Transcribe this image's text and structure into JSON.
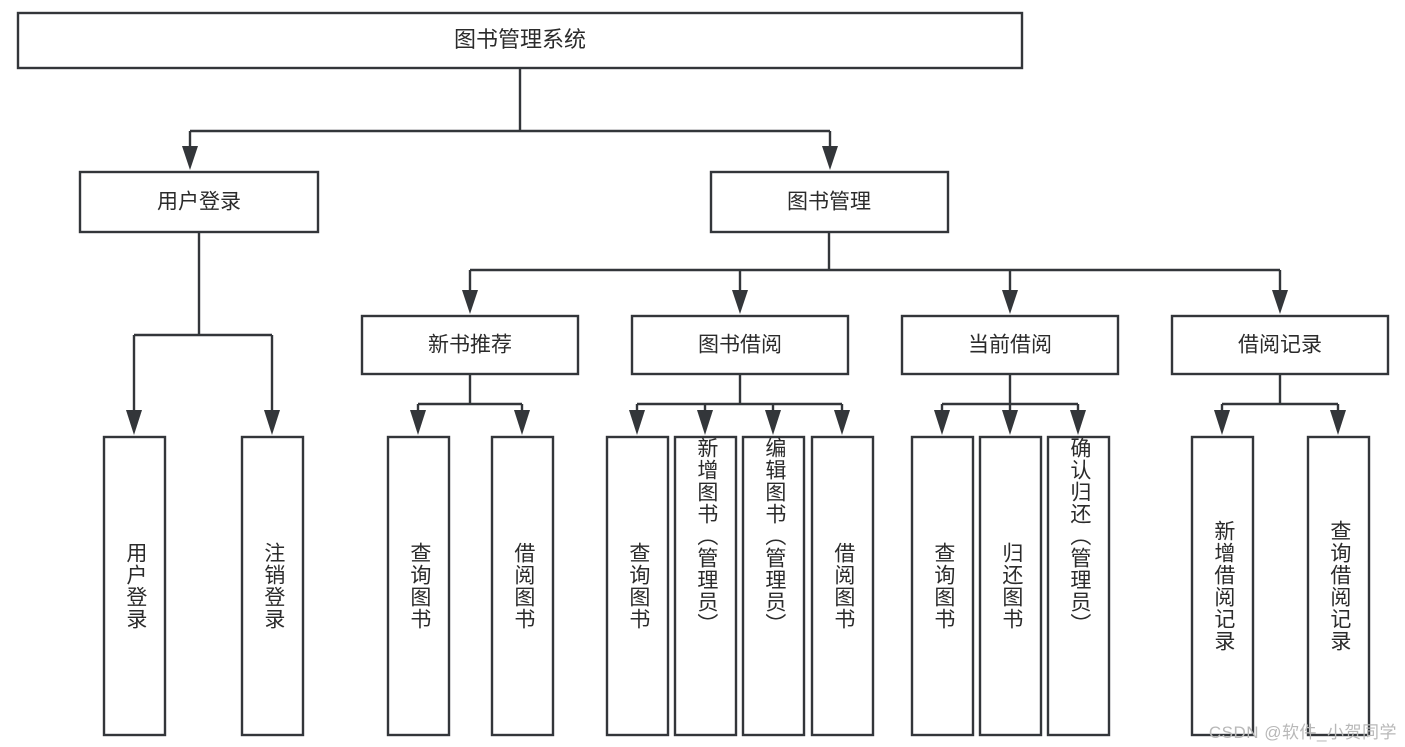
{
  "diagram": {
    "title": "图书管理系统",
    "type": "tree",
    "watermark": "CSDN @软件_小贺同学",
    "colors": {
      "stroke": "#33363a",
      "fill": "#ffffff",
      "text": "#2b2b2b",
      "watermark": "#b8b8b8",
      "background": "#ffffff"
    },
    "root": {
      "label": "图书管理系统"
    },
    "level2": [
      {
        "label": "用户登录"
      },
      {
        "label": "图书管理"
      }
    ],
    "level3": [
      {
        "label": "新书推荐"
      },
      {
        "label": "图书借阅"
      },
      {
        "label": "当前借阅"
      },
      {
        "label": "借阅记录"
      }
    ],
    "leaves": {
      "user_login": [
        {
          "label": "用户登录"
        },
        {
          "label": "注销登录"
        }
      ],
      "new_book_recommend": [
        {
          "label": "查询图书"
        },
        {
          "label": "借阅图书"
        }
      ],
      "book_borrow": [
        {
          "label": "查询图书"
        },
        {
          "label": "新增图书（管理员）"
        },
        {
          "label": "编辑图书（管理员）"
        },
        {
          "label": "借阅图书"
        }
      ],
      "current_borrow": [
        {
          "label": "查询图书"
        },
        {
          "label": "归还图书"
        },
        {
          "label": "确认归还（管理员）"
        }
      ],
      "borrow_record": [
        {
          "label": "新增借阅记录"
        },
        {
          "label": "查询借阅记录"
        }
      ]
    }
  }
}
